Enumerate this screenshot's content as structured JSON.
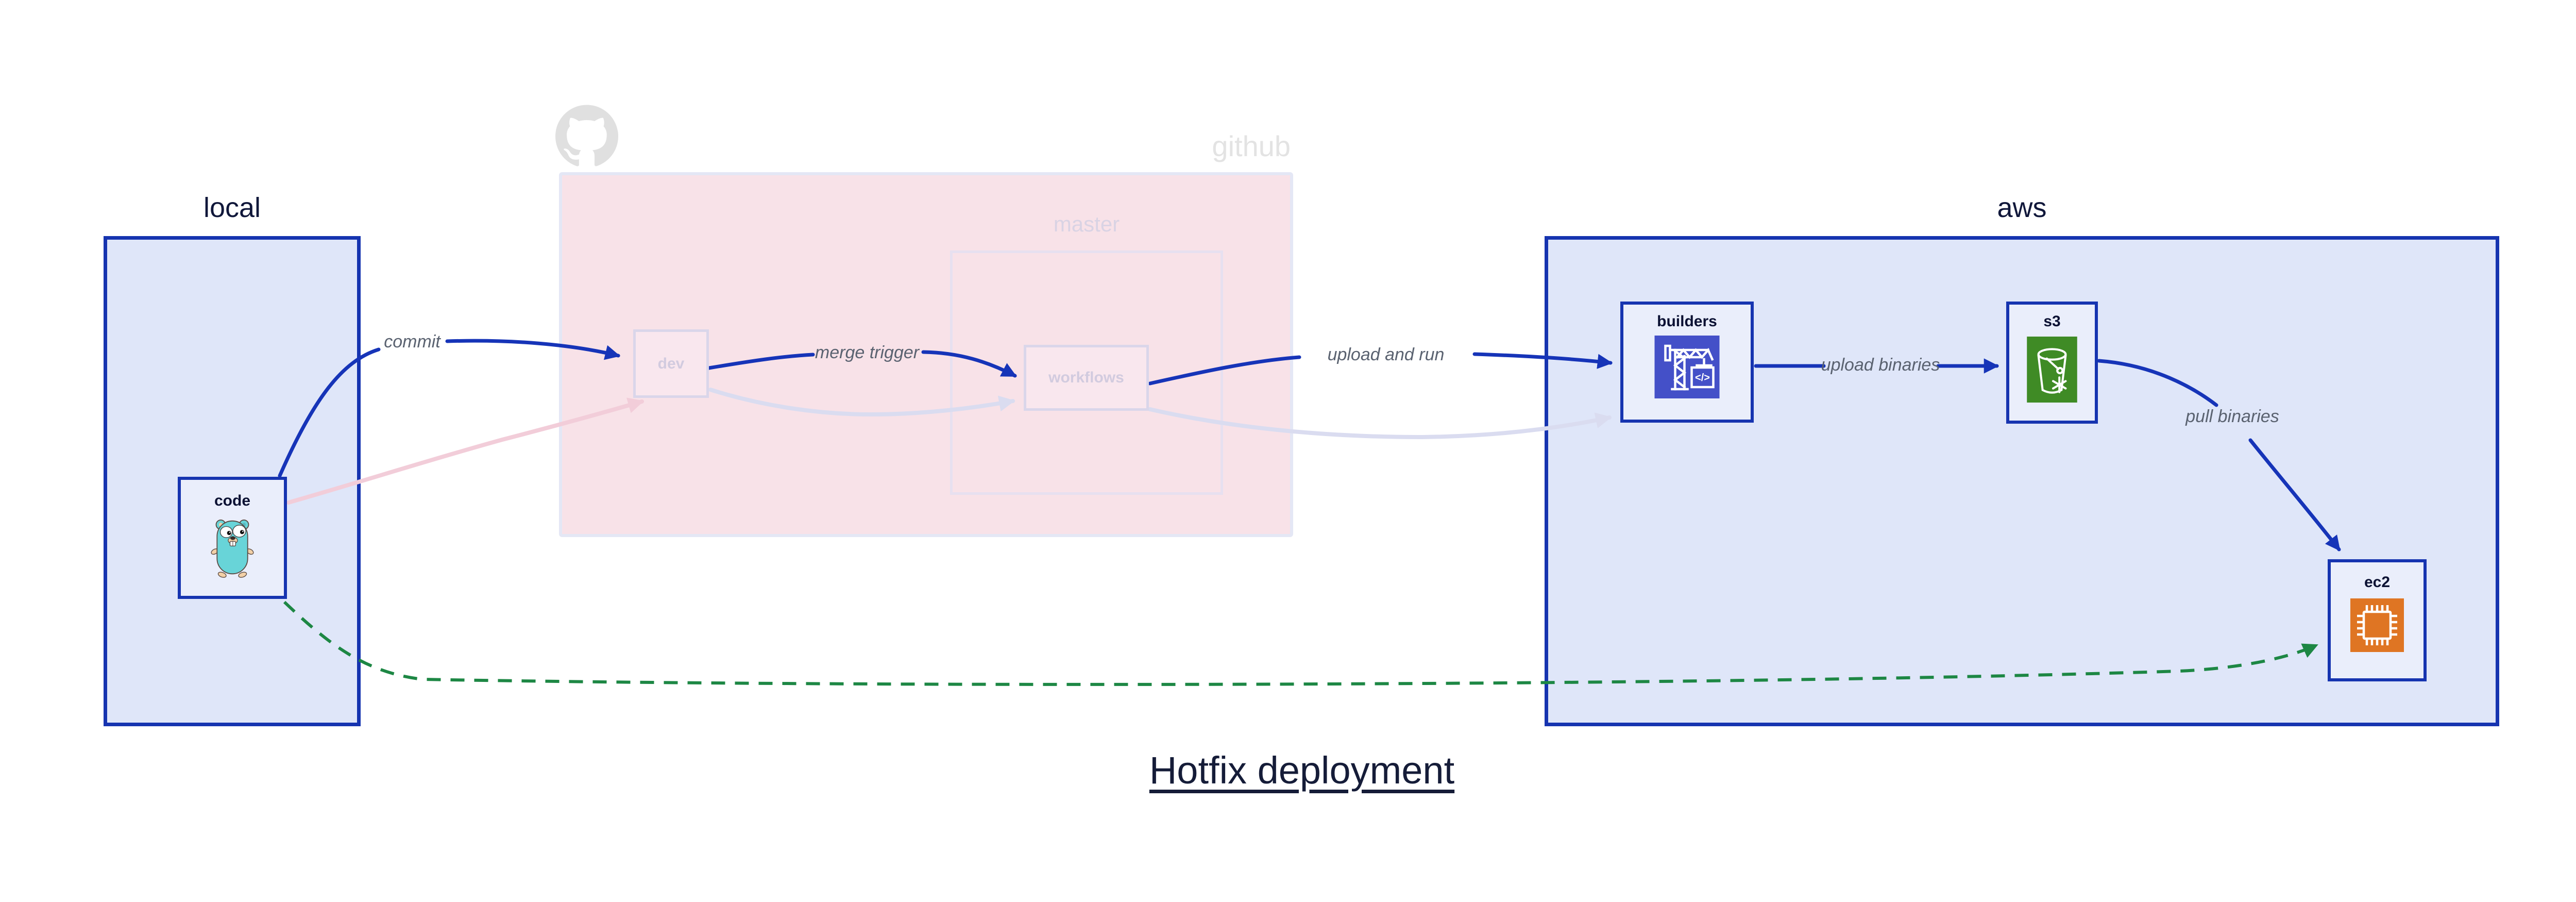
{
  "diagram": {
    "title": "Hotfix deployment",
    "groups": {
      "local": {
        "label": "local"
      },
      "github": {
        "label": "github",
        "master_label": "master",
        "logo_icon": "github-octocat-icon",
        "state": "faded"
      },
      "aws": {
        "label": "aws"
      }
    },
    "nodes": {
      "code": {
        "label": "code",
        "icon": "go-gopher-icon",
        "group": "local"
      },
      "dev": {
        "label": "dev",
        "group": "github",
        "state": "faded"
      },
      "workflows": {
        "label": "workflows",
        "group": "github/master",
        "state": "faded"
      },
      "builders": {
        "label": "builders",
        "icon": "codebuild-crane-icon",
        "icon_text": "</>",
        "group": "aws"
      },
      "s3": {
        "label": "s3",
        "icon": "s3-glacier-bucket-icon",
        "group": "aws"
      },
      "ec2": {
        "label": "ec2",
        "icon": "ec2-chip-icon",
        "group": "aws"
      }
    },
    "edges": {
      "commit": {
        "label": "commit",
        "from": "code",
        "to": "dev",
        "style": "solid-blue"
      },
      "merge_trigger": {
        "label": "merge trigger",
        "from": "dev",
        "to": "workflows",
        "style": "solid-blue"
      },
      "upload_and_run": {
        "label": "upload and run",
        "from": "workflows",
        "to": "builders",
        "style": "solid-blue"
      },
      "upload_binaries": {
        "label": "upload binaries",
        "from": "builders",
        "to": "s3",
        "style": "solid-blue"
      },
      "pull_binaries": {
        "label": "pull binaries",
        "from": "s3",
        "to": "ec2",
        "style": "solid-blue"
      },
      "hotfix_bypass": {
        "label": "",
        "from": "code",
        "to": "ec2",
        "style": "dashed-green"
      },
      "faded_code_dev": {
        "label": "",
        "from": "code",
        "to": "dev",
        "style": "faded-pink"
      },
      "faded_dev_workflows": {
        "label": "",
        "from": "dev",
        "to": "workflows",
        "style": "faded-lavender"
      },
      "faded_workflows_builders": {
        "label": "",
        "from": "workflows",
        "to": "builders",
        "style": "faded-lavender"
      }
    },
    "colors": {
      "edge_blue": "#1634b8",
      "edge_green": "#1d8744",
      "edge_faded_pink": "#f2cdd9",
      "edge_faded_lavender": "#dadcf0",
      "group_fill": "#dfe6f9",
      "group_border": "#1634b0",
      "github_overlay_fill": "#f8e2e8",
      "github_overlay_border": "#e4e7f5",
      "node_fill": "#eaeefb",
      "edge_label_gray": "#5a6270",
      "codebuild_icon_bg": "#4450c8",
      "s3_icon_bg": "#3f8b25",
      "ec2_icon_bg": "#df7523",
      "gopher_body": "#68d4d8",
      "octocat_gray": "#e0e0e0",
      "title_color": "#151c38"
    }
  }
}
